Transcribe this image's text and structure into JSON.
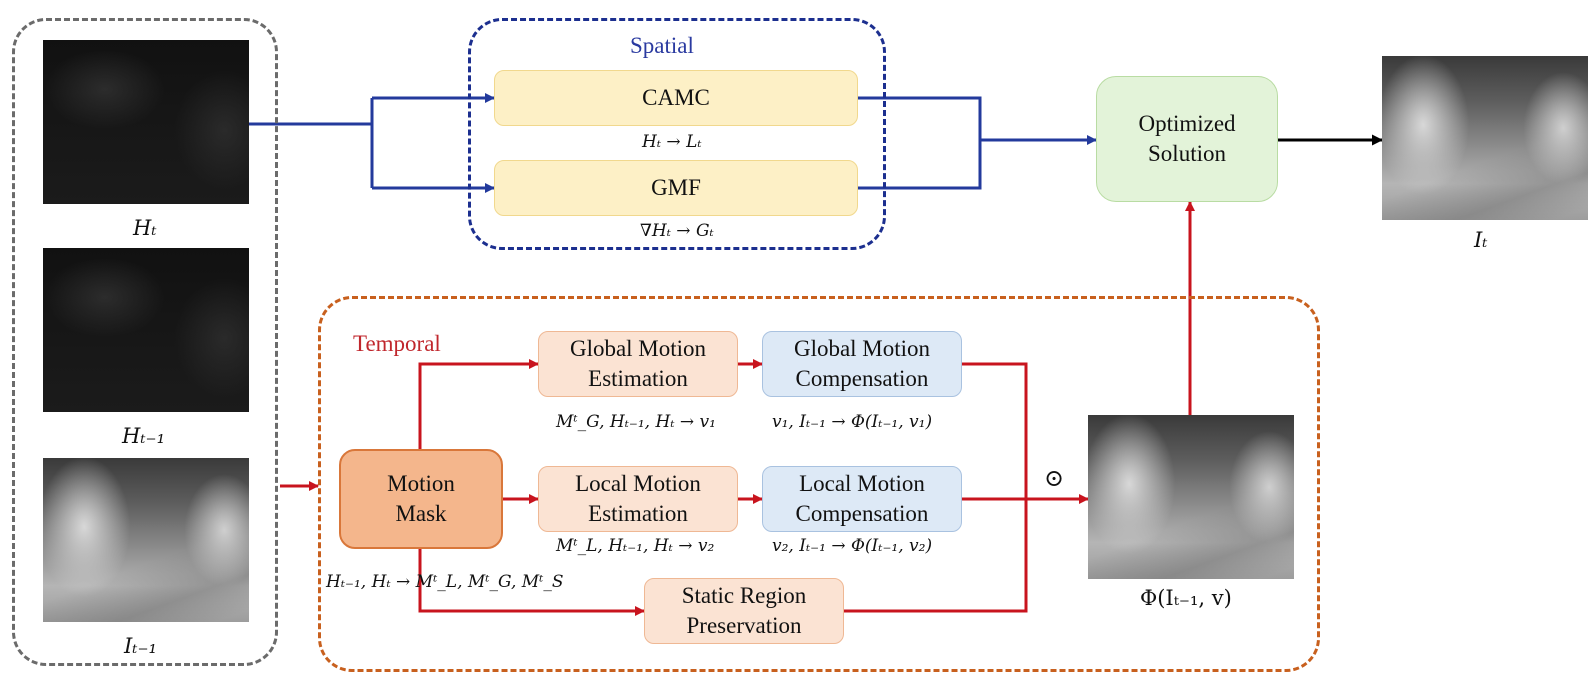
{
  "groups": {
    "spatial_title": "Spatial",
    "temporal_title": "Temporal"
  },
  "boxes": {
    "camc": "CAMC",
    "gmf": "GMF",
    "optimized_solution": "Optimized Solution",
    "motion_mask": "Motion Mask",
    "global_motion_estimation": "Global Motion Estimation",
    "global_motion_compensation": "Global Motion Compensation",
    "local_motion_estimation": "Local Motion Estimation",
    "local_motion_compensation": "Local Motion Compensation",
    "static_region_preservation": "Static Region Preservation"
  },
  "labels": {
    "h_t": "Hₜ",
    "h_t_minus_1": "Hₜ₋₁",
    "i_t_minus_1": "Iₜ₋₁",
    "i_t": "Iₜ",
    "phi_output": "Φ(Iₜ₋₁, v)",
    "camc_formula": "Hₜ → Lₜ",
    "gmf_formula": "∇Hₜ → Gₜ",
    "gme_formula": "Mᵗ_G, Hₜ₋₁, Hₜ → v₁",
    "gmc_formula": "v₁, Iₜ₋₁ → Φ(Iₜ₋₁, v₁)",
    "lme_formula": "Mᵗ_L, Hₜ₋₁, Hₜ → v₂",
    "lmc_formula": "v₂, Iₜ₋₁ → Φ(Iₜ₋₁, v₂)",
    "mask_formula": "Hₜ₋₁, Hₜ → Mᵗ_L, Mᵗ_G, Mᵗ_S",
    "hadamard": "⊙"
  },
  "colors": {
    "spatial_flow": "#233a9c",
    "temporal_flow": "#c8141e",
    "output_arrow": "#000000",
    "input_group_border": "#6b6b6b",
    "spatial_group_border": "#1c2f8f",
    "temporal_group_border": "#c8601e"
  }
}
